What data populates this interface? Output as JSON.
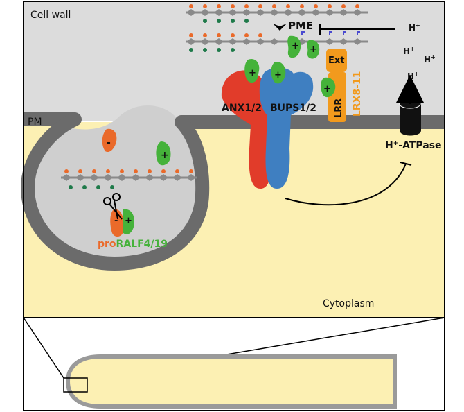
{
  "labels": {
    "cell_wall": "Cell wall",
    "pm": "PM",
    "cytoplasm": "Cytoplasm",
    "pme": "PME",
    "h_plus": "H",
    "plus_sup": "+",
    "anx": "ANX1/2",
    "bups": "BUPS1/2",
    "ext": "Ext",
    "lrr": "LRR",
    "lrx": "LRX8-11",
    "atpase_h": "H",
    "atpase_rest": "-ATPase",
    "pro": "pro",
    "ralf": "RALF4/19",
    "minus": "-",
    "plus": "+"
  },
  "colors": {
    "cell_wall": "#dcdcdc",
    "cytoplasm": "#fcf0b3",
    "membrane": "#6b6b6b",
    "vesicle_lumen": "#cfcfcf",
    "anx": "#e13c2a",
    "bups": "#3f7fc1",
    "lrx": "#f29a1d",
    "ralf_green": "#45b23a",
    "pro_orange": "#ea6a2a",
    "pectin_orange": "#ea6a2a",
    "pectin_green": "#1f7a4a"
  }
}
